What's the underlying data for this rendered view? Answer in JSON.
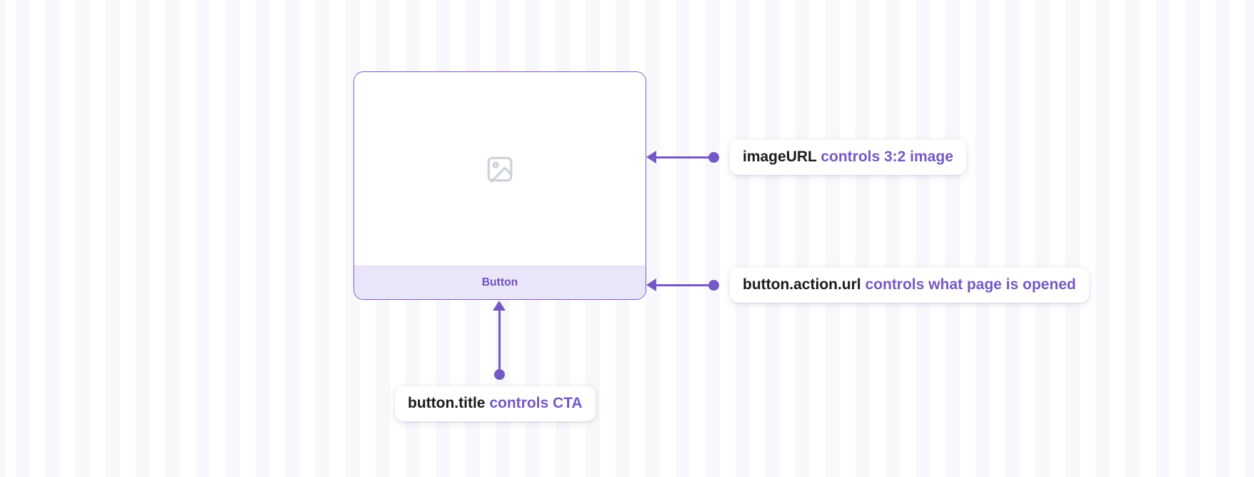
{
  "card": {
    "media": {
      "icon": "image-placeholder-icon",
      "aspect_ratio": "3:2"
    },
    "footer": {
      "button_label": "Button"
    },
    "border_color": "#7b5cc7",
    "footer_bg": "#eae6f9"
  },
  "annotations": [
    {
      "id": "image-url",
      "code": "imageURL",
      "desc": "controls 3:2 image",
      "target": "card-media"
    },
    {
      "id": "button-action-url",
      "code": "button.action.url",
      "desc": "controls what page is opened",
      "target": "card-footer"
    },
    {
      "id": "button-title",
      "code": "button.title",
      "desc": "controls CTA",
      "target": "card-footer-button"
    }
  ],
  "theme": {
    "accent": "#7558c4",
    "accent_text": "#7558c4",
    "code_text": "#1b1b1f",
    "grid_square": "#f8f8fc",
    "background": "#ffffff",
    "placeholder_icon": "#cdd3da"
  }
}
